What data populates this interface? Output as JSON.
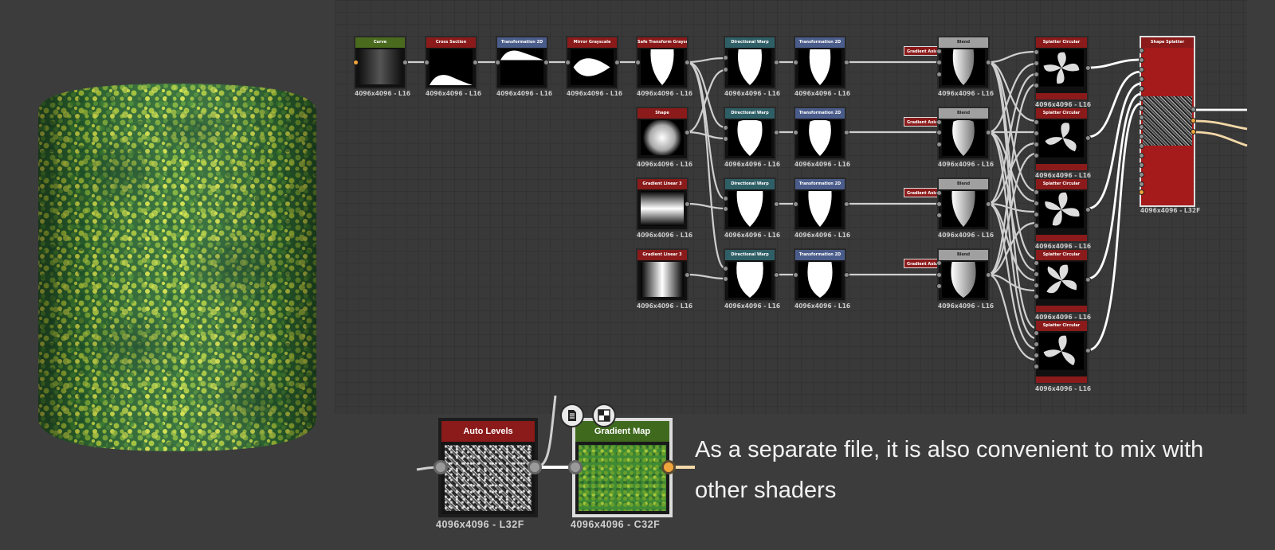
{
  "preview": {
    "colors": {
      "dark": "#1f5a2e",
      "mid": "#3f8a34",
      "light": "#a7c83a",
      "highlight": "#d8e84a"
    }
  },
  "graph": {
    "node_colors": {
      "green": "#4a6a1e",
      "red": "#8b1a1a",
      "blue": "#4a5c8a",
      "teal": "#2f5f66",
      "gray": "#a0a0a0"
    },
    "top_chain": [
      {
        "title": "Curve",
        "label": "4096x4096 - L16"
      },
      {
        "title": "Cross Section",
        "label": "4096x4096 - L16"
      },
      {
        "title": "Transformation 2D",
        "label": "4096x4096 - L16"
      },
      {
        "title": "Mirror Grayscale",
        "label": "4096x4096 - L16"
      },
      {
        "title": "Safe Transform Grayscale",
        "label": "4096x4096 - L16"
      }
    ],
    "sources": [
      {
        "title": "Shape",
        "label": "4096x4096 - L16"
      },
      {
        "title": "Gradient Linear 3",
        "label": "4096x4096 - L16"
      },
      {
        "title": "Gradient Linear 3",
        "label": "4096x4096 - L16"
      }
    ],
    "warps": [
      {
        "title": "Directional Warp",
        "label": "4096x4096 - L16"
      },
      {
        "title": "Directional Warp",
        "label": "4096x4096 - L16"
      },
      {
        "title": "Directional Warp",
        "label": "4096x4096 - L16"
      },
      {
        "title": "Directional Warp",
        "label": "4096x4096 - L16"
      }
    ],
    "transforms": [
      {
        "title": "Transformation 2D",
        "label": "4096x4096 - L16"
      },
      {
        "title": "Transformation 2D",
        "label": "4096x4096 - L16"
      },
      {
        "title": "Transformation 2D",
        "label": "4096x4096 - L16"
      },
      {
        "title": "Transformation 2D",
        "label": "4096x4096 - L16"
      }
    ],
    "gradient_tags": [
      "Gradient Axial",
      "Gradient Axial",
      "Gradient Axial",
      "Gradient Axial"
    ],
    "blends": [
      {
        "title": "Blend",
        "label": "4096x4096 - L16"
      },
      {
        "title": "Blend",
        "label": "4096x4096 - L16"
      },
      {
        "title": "Blend",
        "label": "4096x4096 - L16"
      },
      {
        "title": "Blend",
        "label": "4096x4096 - L16"
      }
    ],
    "splatters": [
      {
        "title": "Splatter Circular",
        "label": "4096x4096 - L16"
      },
      {
        "title": "Splatter Circular",
        "label": "4096x4096 - L16"
      },
      {
        "title": "Splatter Circular",
        "label": "4096x4096 - L16"
      },
      {
        "title": "Splatter Circular",
        "label": "4096x4096 - L16"
      },
      {
        "title": "Splatter Circular",
        "label": "4096x4096 - L16"
      }
    ],
    "shape_splatter": {
      "title": "Shape Splatter",
      "label": "4096x4096 - L32F"
    }
  },
  "zoomed": {
    "auto_levels": {
      "title": "Auto Levels",
      "label": "4096x4096 - L32F",
      "header_color": "#8b1a1a"
    },
    "gradient_map": {
      "title": "Gradient Map",
      "label": "4096x4096 - C32F",
      "header_color": "#3f6a1e"
    },
    "icons": [
      "document-icon",
      "checker-icon"
    ]
  },
  "caption": "As a separate file, it is also convenient to mix with other shaders"
}
